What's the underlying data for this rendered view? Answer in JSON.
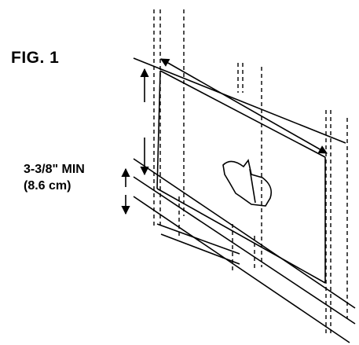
{
  "figure": {
    "title": "FIG. 1",
    "dimension": {
      "line1": "3-3/8\" MIN",
      "line2": "(8.6 cm)"
    }
  }
}
